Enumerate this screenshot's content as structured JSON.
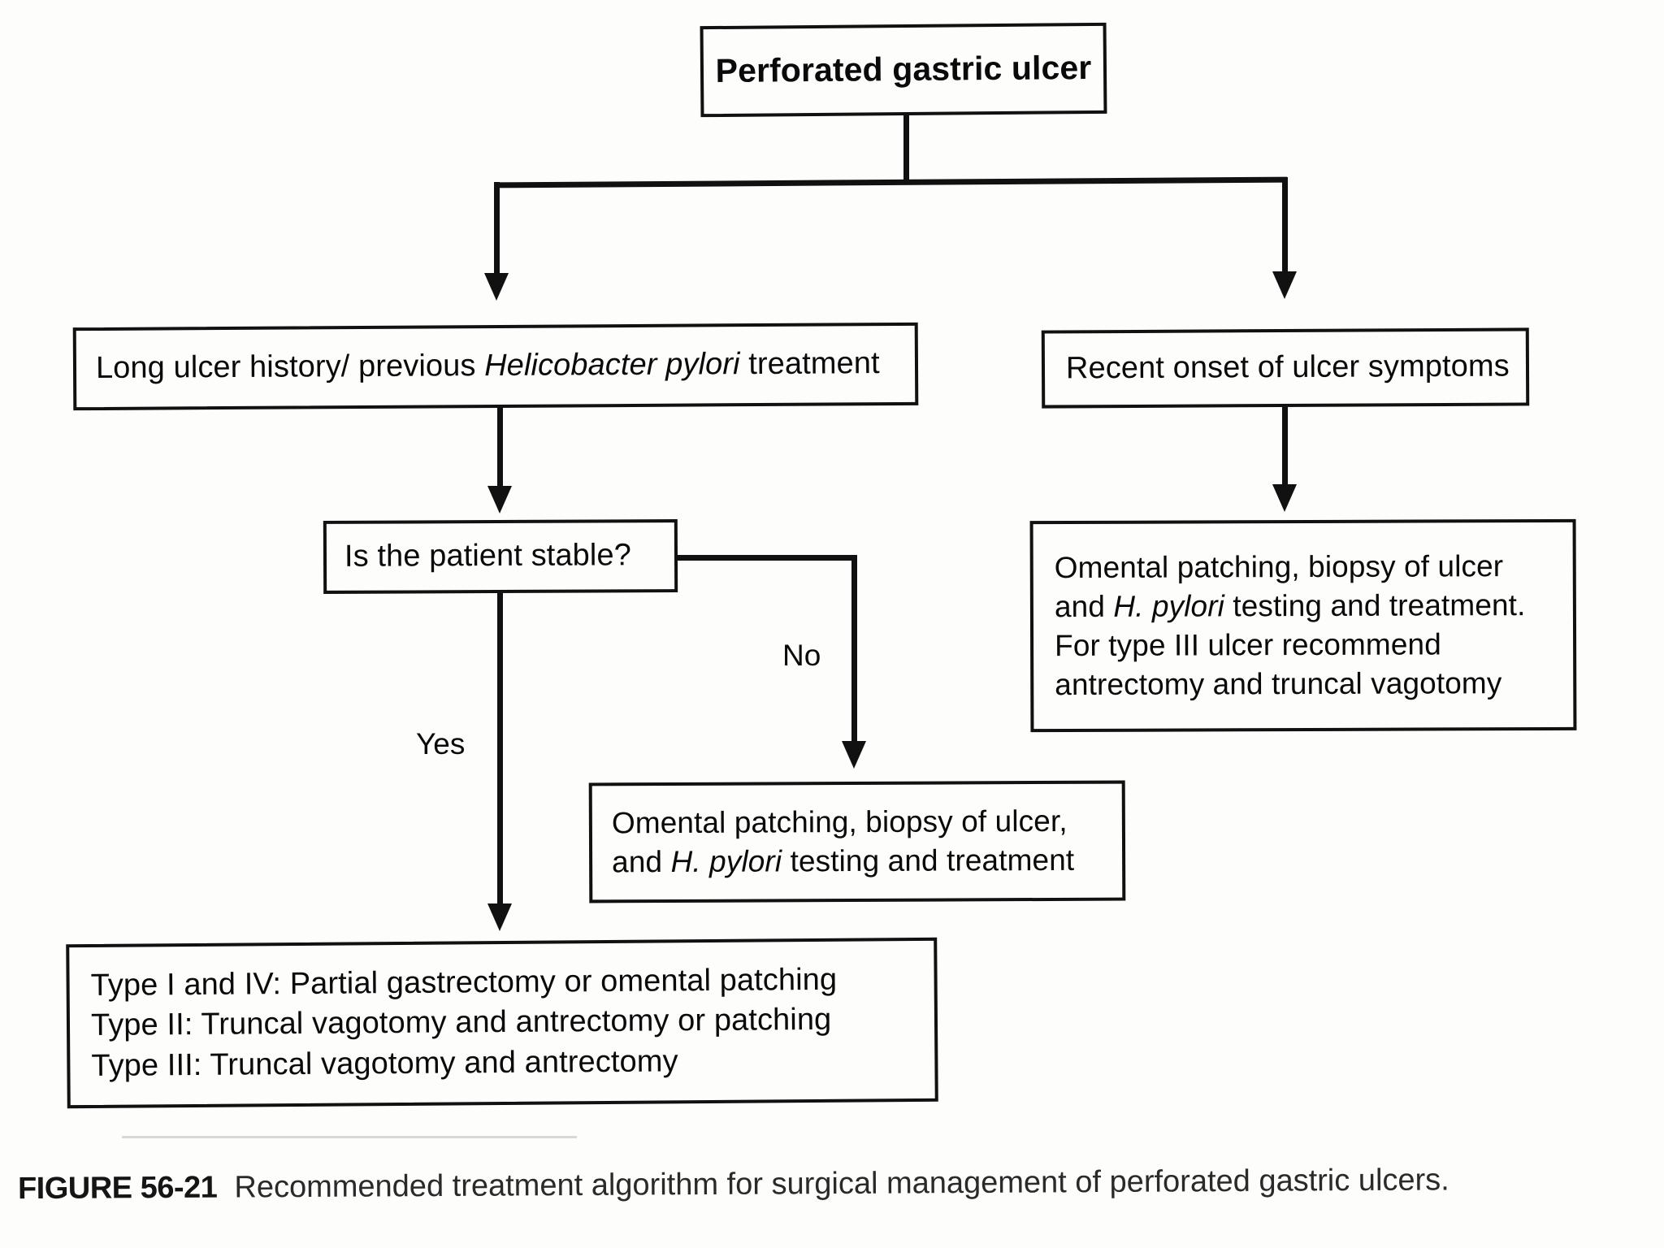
{
  "figure": {
    "number": "FIGURE 56-21",
    "caption": "Recommended treatment algorithm for surgical management of perforated gastric ulcers."
  },
  "diagram": {
    "type": "flowchart",
    "title": "Perforated gastric ulcer treatment algorithm",
    "nodes": {
      "root": {
        "label": "Perforated gastric ulcer"
      },
      "history": {
        "line1_a": "Long ulcer history/ previous ",
        "line1_italic": "Helicobacter pylori",
        "line1_b": " treatment"
      },
      "recent": {
        "label": "Recent onset of ulcer symptoms"
      },
      "stable": {
        "label": "Is the patient stable?"
      },
      "omental_right": {
        "line1": "Omental patching, biopsy of ulcer",
        "line2_a": "and ",
        "line2_italic": "H. pylori",
        "line2_b": " testing and treatment.",
        "line3": "For type III ulcer recommend",
        "line4": "antrectomy and truncal vagotomy"
      },
      "omental_mid": {
        "line1": "Omental patching, biopsy of ulcer,",
        "line2_a": "and ",
        "line2_italic": "H. pylori",
        "line2_b": " testing and treatment"
      },
      "types": {
        "line1": "Type I and IV: Partial gastrectomy or omental patching",
        "line2": "Type II: Truncal vagotomy and antrectomy or patching",
        "line3": "Type III: Truncal vagotomy and antrectomy"
      }
    },
    "edge_labels": {
      "yes": "Yes",
      "no": "No"
    },
    "colors": {
      "ink": "#111111",
      "paper": "#fdfdfb"
    }
  }
}
